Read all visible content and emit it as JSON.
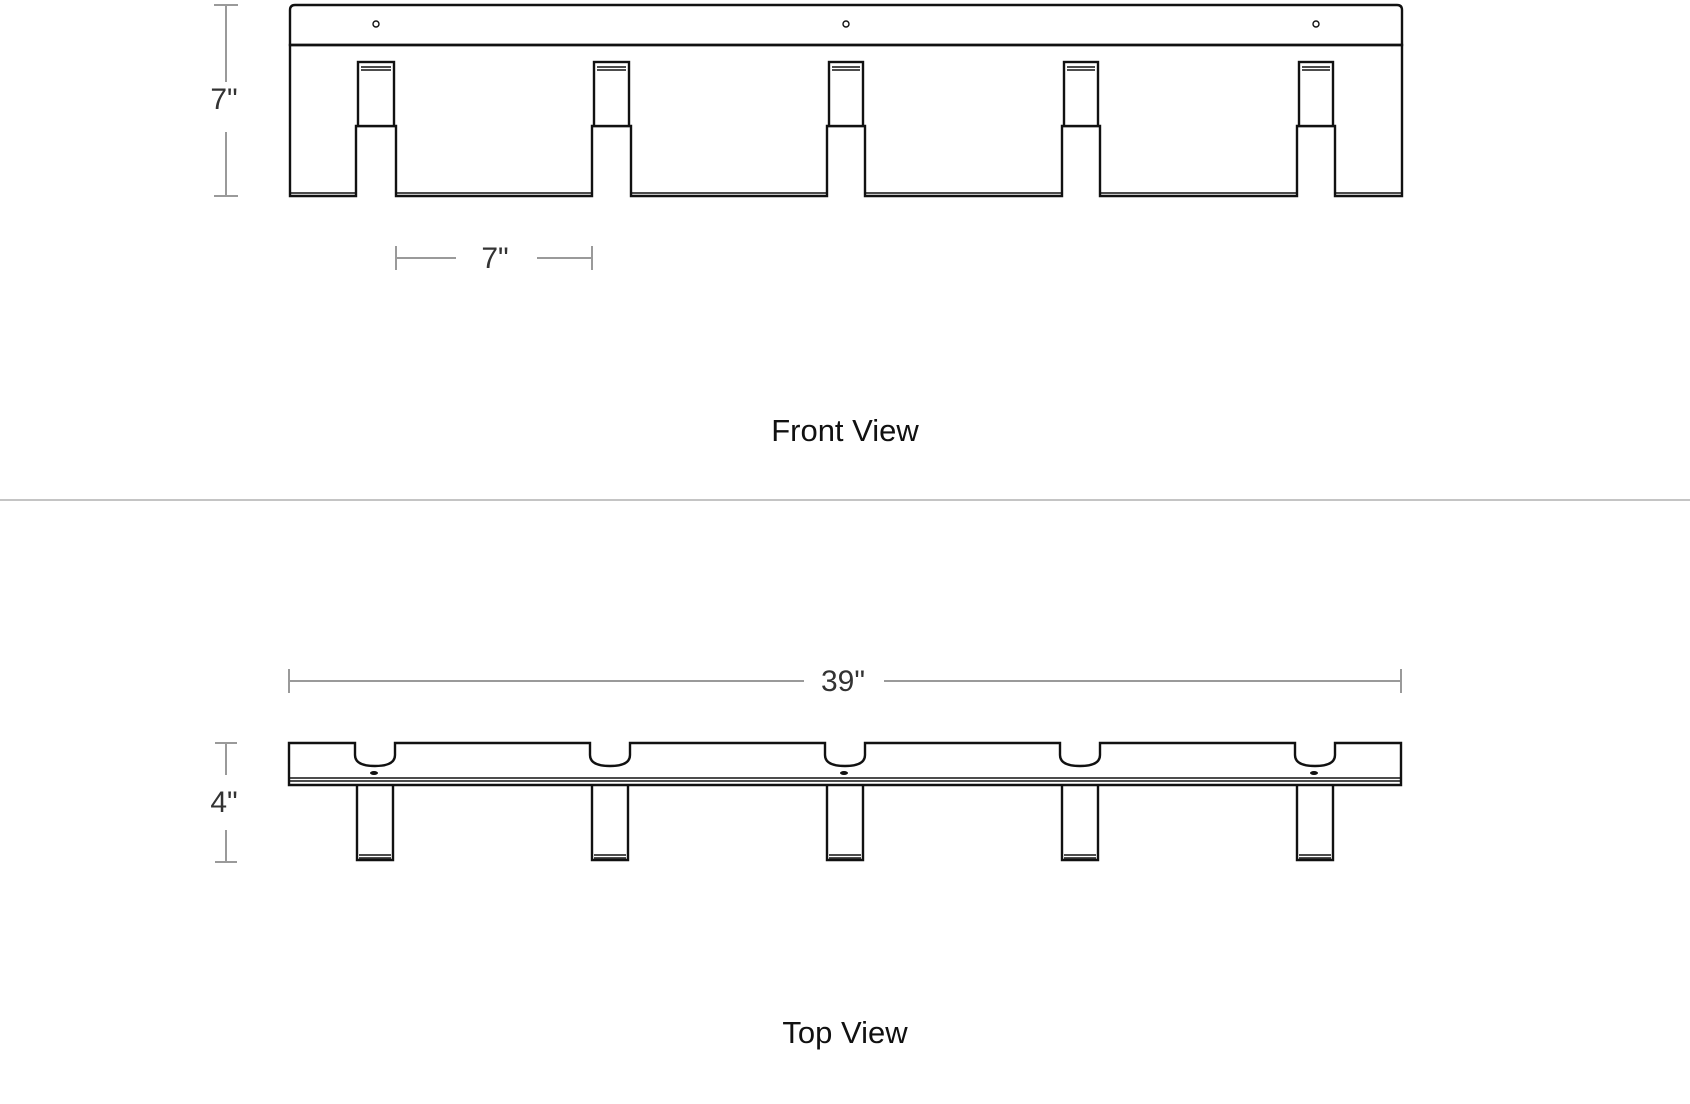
{
  "front_view": {
    "caption": "Front View",
    "height_dimension": "7\"",
    "spacing_dimension": "7\"",
    "hook_count": 5
  },
  "top_view": {
    "caption": "Top View",
    "width_dimension": "39\"",
    "depth_dimension": "4\"",
    "hook_count": 5
  },
  "colors": {
    "line": "#111111",
    "dimension": "#9a9a9a",
    "divider": "#c4c4c4",
    "background": "#ffffff"
  }
}
